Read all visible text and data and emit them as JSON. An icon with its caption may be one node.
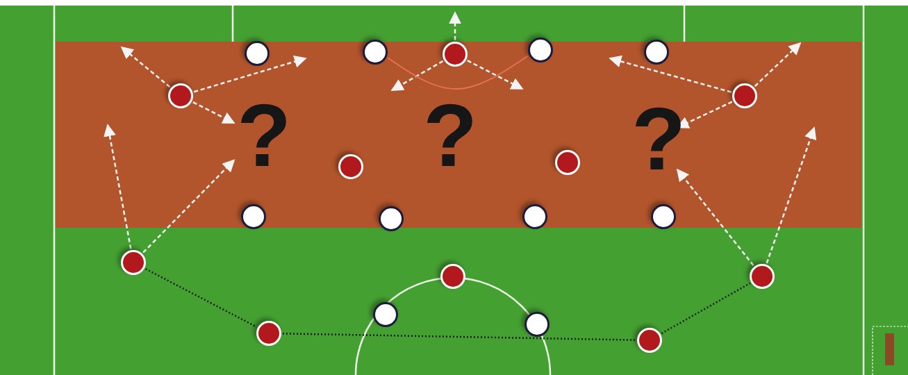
{
  "diagram": {
    "nodes": [
      {
        "text": [],
        "shape": "circle"
      },
      {
        "text": [],
        "shape": "circle"
      },
      {
        "text": [],
        "shape": "circle"
      },
      {
        "text": [],
        "shape": "circle"
      },
      {
        "text": [],
        "shape": "circle"
      },
      {
        "text": [],
        "shape": "circle"
      },
      {
        "text": [],
        "shape": "circle"
      },
      {
        "text": [
          "?"
        ]
      },
      {
        "text": [
          "?"
        ]
      },
      {
        "text": [
          "?"
        ]
      },
      {
        "text": [],
        "shape": "circle"
      },
      {
        "text": [],
        "shape": "circle"
      },
      {
        "text": [],
        "shape": "circle"
      },
      {
        "text": [],
        "shape": "circle"
      },
      {
        "text": [],
        "shape": "circle"
      },
      {
        "text": [],
        "shape": "circle"
      },
      {
        "text": [],
        "shape": "circle"
      },
      {
        "text": [],
        "shape": "circle"
      },
      {
        "text": [],
        "shape": "circle"
      },
      {
        "text": [],
        "shape": "circle"
      },
      {
        "text": [],
        "shape": "circle"
      },
      {
        "text": [],
        "shape": "circle"
      },
      {
        "text": [],
        "shape": "circle"
      }
    ],
    "edges": [
      {
        "from": 2,
        "to": null,
        "arrow": "to",
        "style": "dashed"
      },
      {
        "from": 2,
        "to": null,
        "arrow": "to",
        "style": "dashed"
      },
      {
        "from": 2,
        "to": null,
        "arrow": "to",
        "style": "dashed"
      },
      {
        "from": 5,
        "to": null,
        "arrow": "to",
        "style": "dashed"
      },
      {
        "from": 5,
        "to": null,
        "arrow": "to",
        "style": "dashed"
      },
      {
        "from": 5,
        "to": 7,
        "arrow": "to",
        "style": "dashed"
      },
      {
        "from": 6,
        "to": null,
        "arrow": "to",
        "style": "dashed"
      },
      {
        "from": 6,
        "to": null,
        "arrow": "to",
        "style": "dashed"
      },
      {
        "from": 6,
        "to": 9,
        "arrow": "to",
        "style": "dashed"
      },
      {
        "from": 16,
        "to": null,
        "arrow": "to",
        "style": "dashed"
      },
      {
        "from": 16,
        "to": 7,
        "arrow": "to",
        "style": "dashed"
      },
      {
        "from": 18,
        "to": 9,
        "arrow": "to",
        "style": "dashed"
      },
      {
        "from": 18,
        "to": null,
        "arrow": "to",
        "style": "dashed"
      },
      {
        "from": 1,
        "to": 3,
        "arrow": "none",
        "color": "#e8705a"
      },
      {
        "from": 16,
        "to": 21,
        "arrow": "none",
        "style": "dashed",
        "color": "#1a1a1a"
      },
      {
        "from": 21,
        "to": 22,
        "arrow": "none",
        "style": "dashed",
        "color": "#1a1a1a"
      },
      {
        "from": 22,
        "to": 18,
        "arrow": "none",
        "style": "dashed",
        "color": "#1a1a1a"
      }
    ]
  }
}
